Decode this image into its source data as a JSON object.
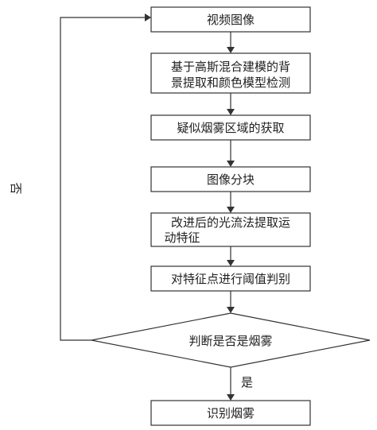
{
  "nodes": {
    "video_image": "视频图像",
    "background_extract_line1": "基于高斯混合建模的背",
    "background_extract_line2": "景提取和颜色模型检测",
    "suspected_smoke": "疑似烟雾区域的获取",
    "image_block": "图像分块",
    "optical_flow_line1": "改进后的光流法提取运",
    "optical_flow_line2": "动特征",
    "threshold_judge": "对特征点进行阈值判别",
    "decision": "判断是否是烟雾",
    "identify_smoke": "识别烟雾"
  },
  "edge_labels": {
    "yes": "是",
    "no": "否"
  }
}
